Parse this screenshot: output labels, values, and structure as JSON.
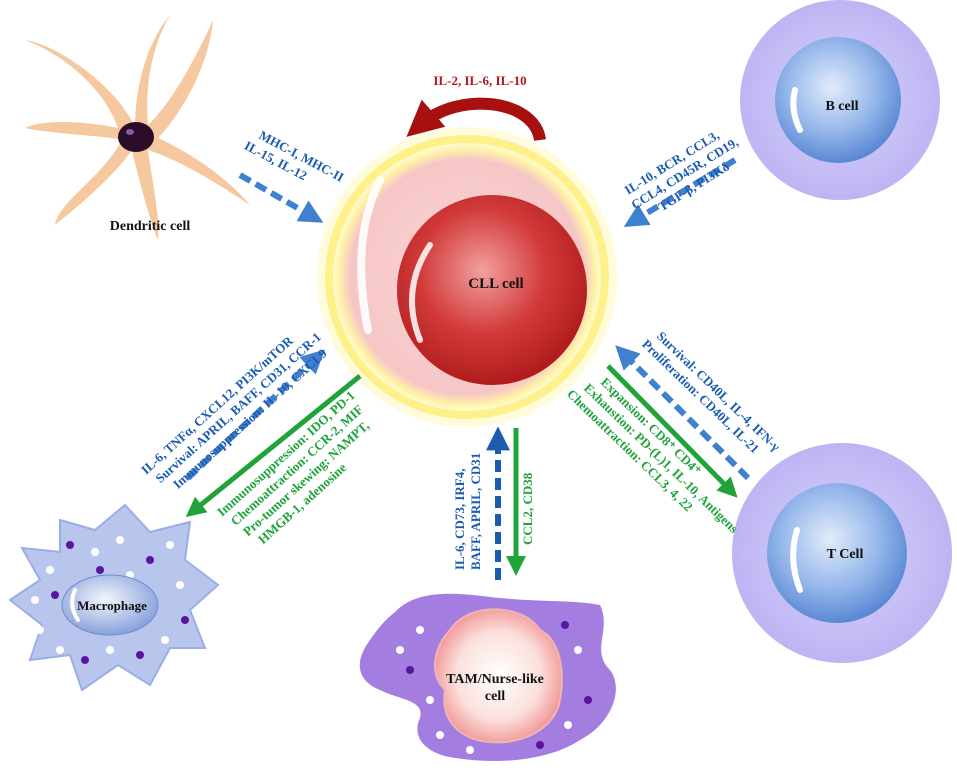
{
  "cells": {
    "cll": "CLL cell",
    "dendritic": "Dendritic cell",
    "b_cell": "B cell",
    "t_cell": "T Cell",
    "macrophage": "Macrophage",
    "tam_line1": "TAM/Nurse-like",
    "tam_line2": "cell"
  },
  "autocrine": "IL-2, IL-6, IL-10",
  "dendritic_signals": [
    "MHC-I, MHC-II",
    "IL-15, IL-12"
  ],
  "b_cell_signals": [
    "IL-10, BCR, CCL3,",
    "CCL4, CD45R, CD19,",
    "TGF-β, PI3Kδ"
  ],
  "t_cell_to_cll": [
    "Survival: CD40L, IL-4, IFN-γ",
    "Proliferation: CD40L, IL-21"
  ],
  "cll_to_t_cell": [
    "Expansion: CD8⁺ CD4⁺",
    "Exhaustion: PD-(L)1, IL-10, Antigens",
    "Chemoattraction: CCL3, 4, 22"
  ],
  "macrophage_to_cll": [
    "IL-6, TNFα, CXCL12, PI3K/mTOR",
    "Survival: APRIL, BAFF, CD31, CCR-1",
    "Immunosuppression: IL-10, CXCL9"
  ],
  "cll_to_macrophage": [
    "Immunosuppression: IDO, PD-1",
    "Chemoattraction: CCR-2, MIF",
    "Pro-tumor skewing: NAMPT,",
    "HMGB-1, adenosine"
  ],
  "tam_to_cll": [
    "IL-6, CD73, IRF4,",
    "BAFF, APRIL, CD31"
  ],
  "cll_to_tam": [
    "CCL2, CD38"
  ],
  "colors": {
    "cll_outer": "#f6c6c6",
    "cll_glow": "#fff59a",
    "cll_nucleus": "#cc2a2a",
    "b_t_halo": "#c9c3f5",
    "b_t_cell": "#5f8fd6",
    "dendritic": "#f5c8a0",
    "dendritic_nucleus": "#2a0d2a",
    "macrophage": "#b8c6ee",
    "tam": "#a37ee0",
    "signal_blue": "#1c5cb0",
    "signal_green": "#1fa33a",
    "autocrine_red": "#b11818"
  }
}
